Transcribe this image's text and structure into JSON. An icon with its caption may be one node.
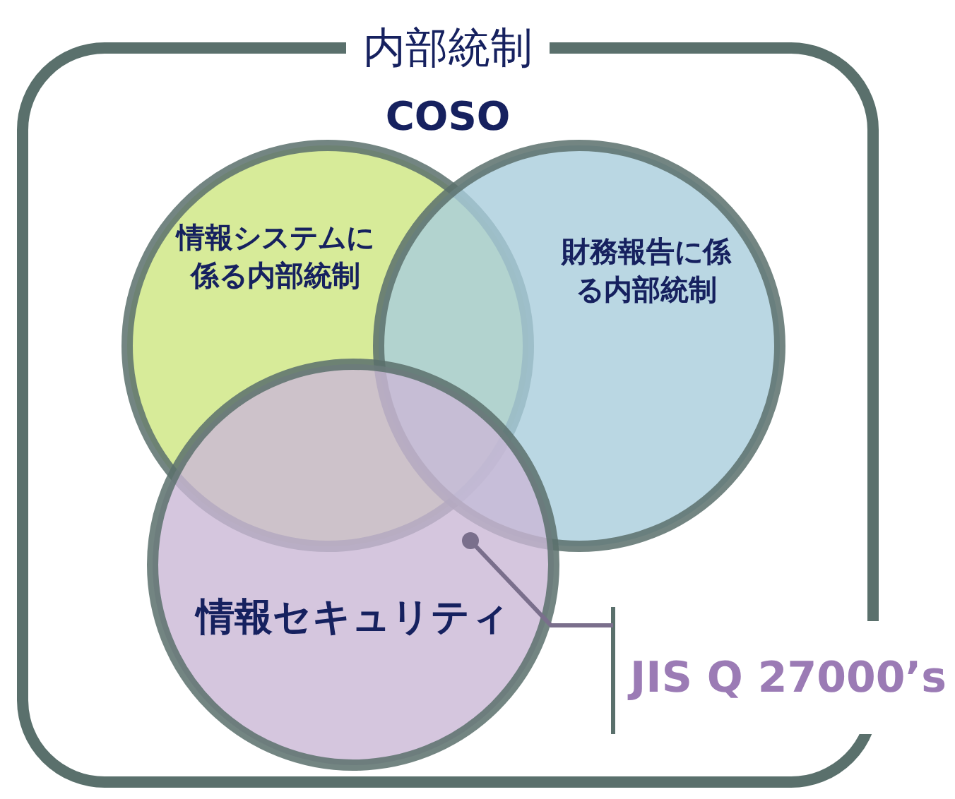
{
  "diagram": {
    "nodes": [
      {
        "text": [
          "内部統制",
          "COSO"
        ]
      },
      {
        "text": [
          "情報システムに係る内部統制"
        ],
        "in": 0
      },
      {
        "text": [
          "財務報告に係る内部統制"
        ],
        "in": 0
      },
      {
        "text": [
          "情報セキュリティ"
        ],
        "in": 0
      },
      {
        "text": [
          "JIS Q 27000’s"
        ]
      }
    ],
    "edges": [
      {
        "from": 4,
        "to": 3,
        "arrow": "other"
      }
    ]
  }
}
